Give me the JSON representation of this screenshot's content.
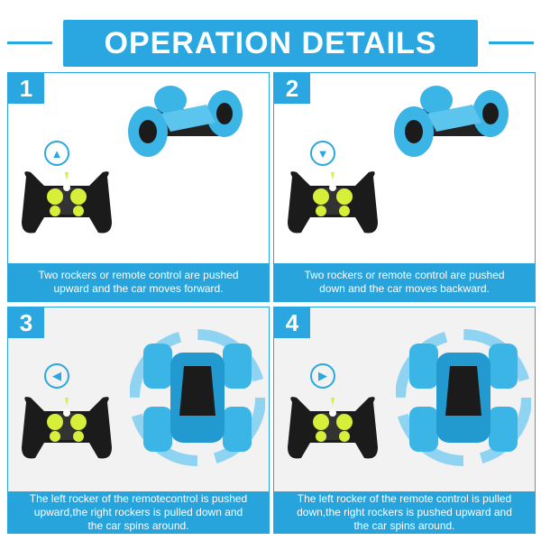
{
  "header": {
    "title": "OPERATION DETAILS"
  },
  "panels": [
    {
      "number": "1",
      "direction": "up",
      "caption": "Two rockers or remote control are pushed upward and the car moves forward."
    },
    {
      "number": "2",
      "direction": "down",
      "caption": "Two rockers or remote control are pushed down and the car moves backward."
    },
    {
      "number": "3",
      "direction": "left",
      "caption": "The left rocker of the remotecontrol is pushed upward,the right rockers is pulled down and the car spins around."
    },
    {
      "number": "4",
      "direction": "right",
      "caption": "The left rocker of the remote control is pulled down,the right rockers is pushed upward and the car spins around."
    }
  ],
  "colors": {
    "accent": "#2aa7e0",
    "car": "#3bb4e6",
    "remote": "#1b1b1b",
    "rocker": "#d8ef3a"
  }
}
